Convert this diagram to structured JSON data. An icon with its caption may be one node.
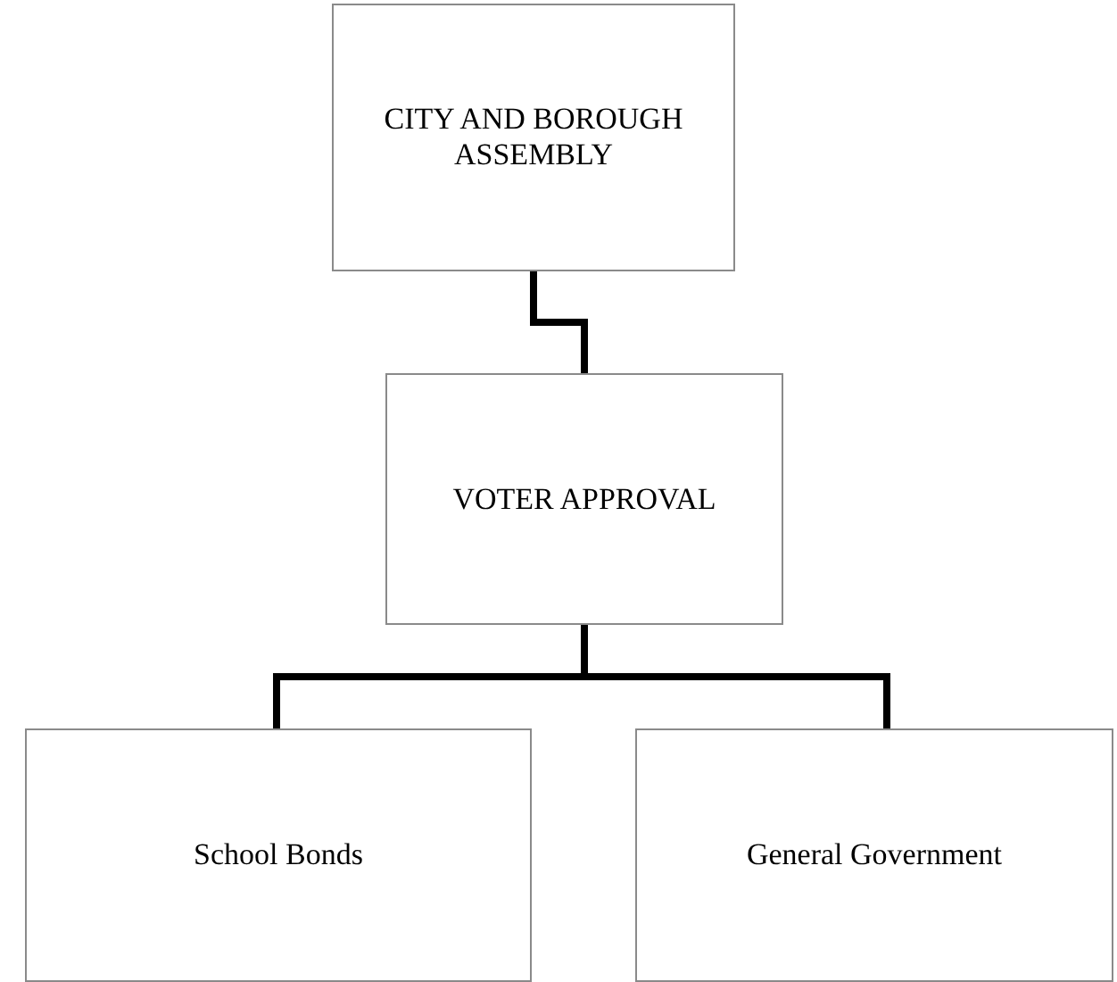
{
  "diagram": {
    "nodes": [
      {
        "text": [
          "CITY AND BOROUGH ASSEMBLY"
        ]
      },
      {
        "text": [
          "VOTER APPROVAL"
        ]
      },
      {
        "text": [
          "School Bonds"
        ]
      },
      {
        "text": [
          "General Government"
        ]
      }
    ],
    "edges": [
      {
        "from": 0,
        "to": 1,
        "arrow": "none"
      },
      {
        "from": 1,
        "to": 2,
        "arrow": "none"
      },
      {
        "from": 1,
        "to": 3,
        "arrow": "none"
      }
    ]
  }
}
